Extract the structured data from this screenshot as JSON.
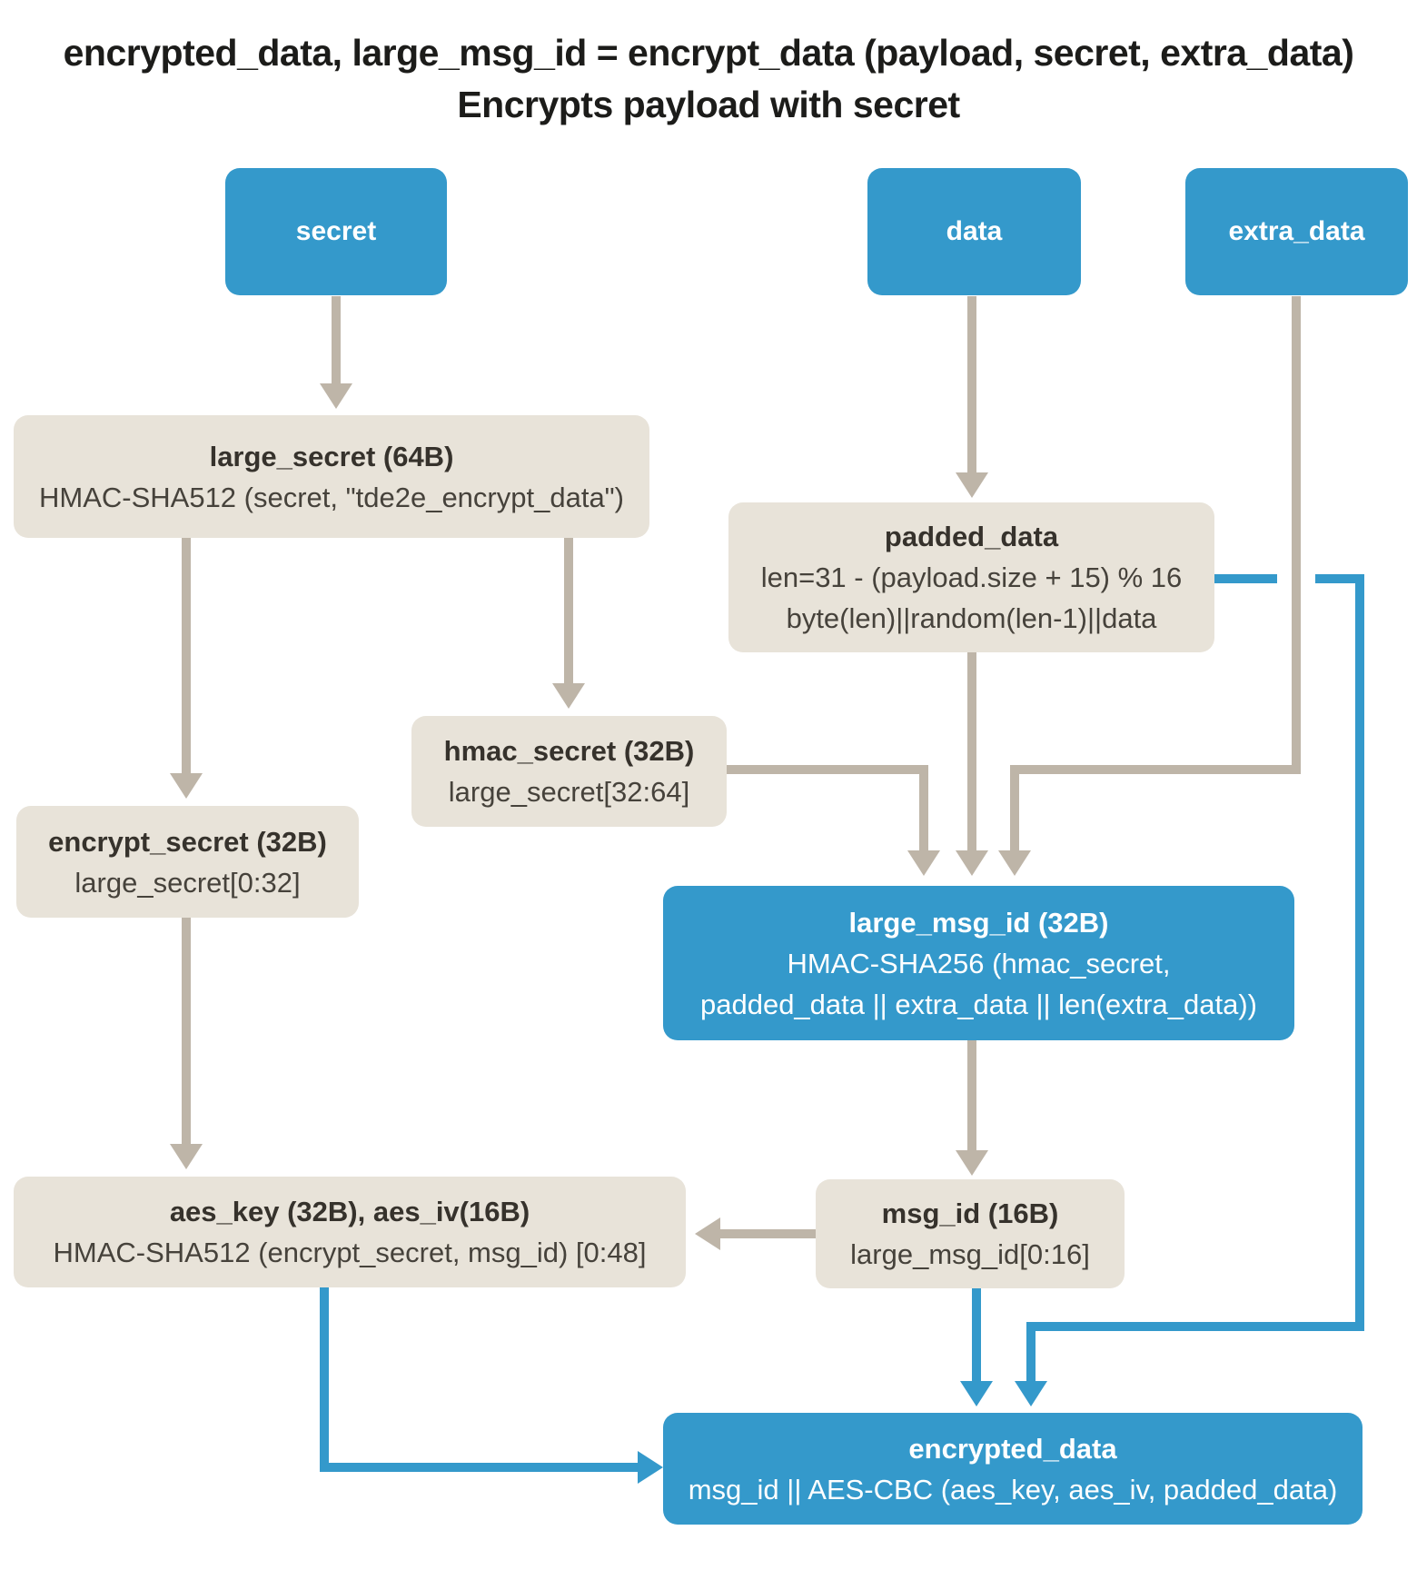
{
  "title": {
    "line1": "encrypted_data, large_msg_id = encrypt_data (payload, secret, extra_data)",
    "line2": "Encrypts payload with secret"
  },
  "nodes": {
    "secret": {
      "label": "secret"
    },
    "data": {
      "label": "data"
    },
    "extra_data": {
      "label": "extra_data"
    },
    "large_secret": {
      "title": "large_secret (64B)",
      "body": "HMAC-SHA512 (secret, \"tde2e_encrypt_data\")"
    },
    "padded_data": {
      "title": "padded_data",
      "body1": "len=31 - (payload.size + 15) % 16",
      "body2": "byte(len)||random(len-1)||data"
    },
    "hmac_secret": {
      "title": "hmac_secret (32B)",
      "body": "large_secret[32:64]"
    },
    "encrypt_secret": {
      "title": "encrypt_secret (32B)",
      "body": "large_secret[0:32]"
    },
    "large_msg_id": {
      "title": "large_msg_id (32B)",
      "body1": "HMAC-SHA256 (hmac_secret,",
      "body2": "padded_data || extra_data || len(extra_data))"
    },
    "aes_key": {
      "title": "aes_key (32B), aes_iv(16B)",
      "body": "HMAC-SHA512 (encrypt_secret, msg_id) [0:48]"
    },
    "msg_id": {
      "title": "msg_id (16B)",
      "body": "large_msg_id[0:16]"
    },
    "encrypted_data": {
      "title": "encrypted_data",
      "body": "msg_id || AES-CBC (aes_key, aes_iv, padded_data)"
    }
  },
  "colors": {
    "blue": "#3499cb",
    "tan": "#beb5a8",
    "beige": "#e8e3d9",
    "box-text": "#46423b",
    "box-title": "#36322c",
    "title-text": "#1c1c1a"
  }
}
